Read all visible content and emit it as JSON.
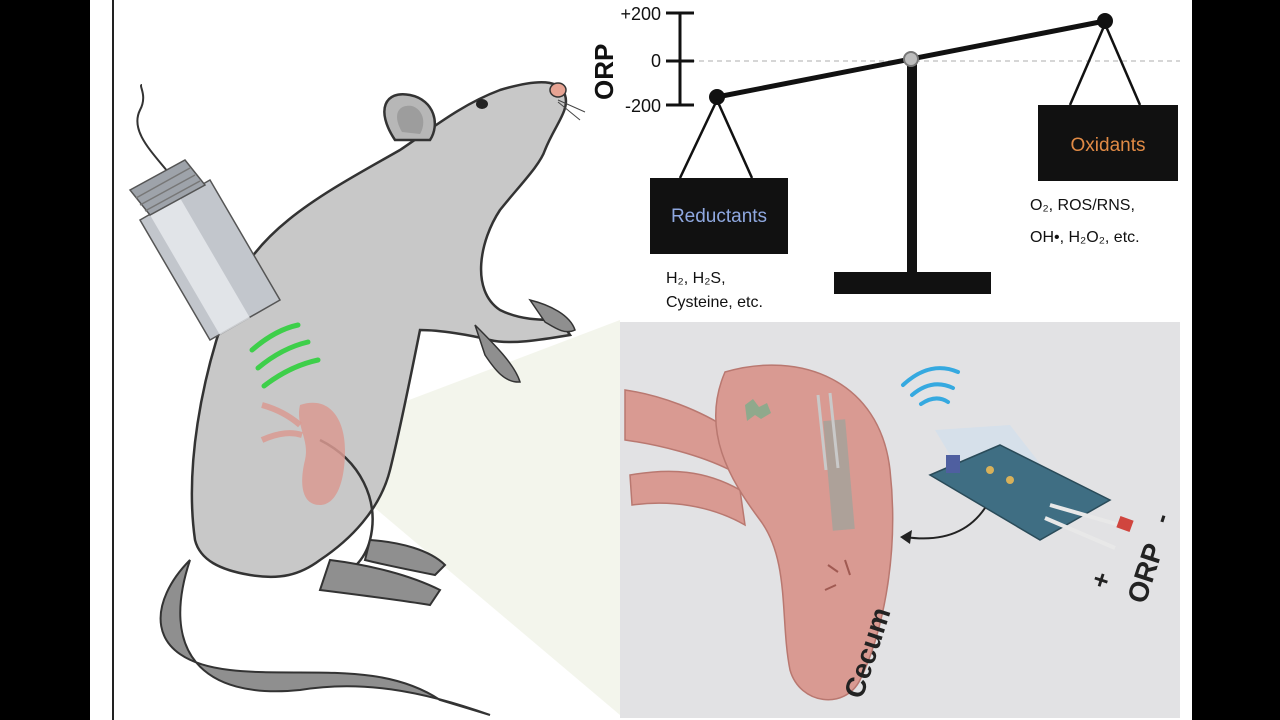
{
  "scale": {
    "axis_label": "ORP",
    "ticks": [
      "+200",
      "0",
      "-200"
    ]
  },
  "reductants": {
    "box_label": "Reductants",
    "examples_line1": "H₂, H₂S,",
    "examples_line2": "Cysteine, etc."
  },
  "oxidants": {
    "box_label": "Oxidants",
    "examples_line1": "O₂, ROS/RNS,",
    "examples_line2": "OH•, H₂O₂, etc."
  },
  "inset": {
    "organ_label": "Cecum",
    "sensor_label": "ORP",
    "plus_sign": "+",
    "minus_sign": "-"
  },
  "colors": {
    "rat_body": "#c8c8c8",
    "cecum": "#d99a92",
    "inset_bg": "#e2e2e4",
    "wave_green": "#3ecf4a",
    "wave_blue": "#35a9e0",
    "reductant_text": "#8fa8e0",
    "oxidant_text": "#e08a45"
  }
}
